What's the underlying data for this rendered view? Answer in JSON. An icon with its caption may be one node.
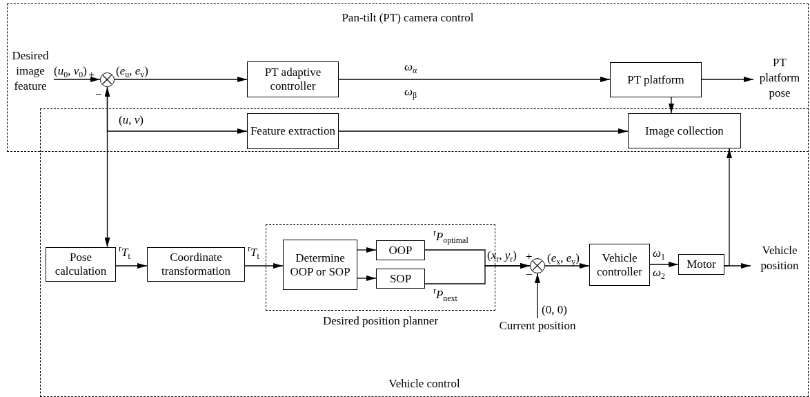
{
  "diagram": {
    "nodes": [
      {
        "text": [
          "Pan-tilt (PT) camera control"
        ]
      },
      {
        "text": [
          "Vehicle control"
        ]
      },
      {
        "text": [
          "Desired image feature"
        ],
        "in": 0
      },
      {
        "text": [],
        "shape": "circle",
        "beside": [
          "+",
          "−"
        ],
        "in": 0
      },
      {
        "text": [
          "PT adaptive controller"
        ],
        "in": 0
      },
      {
        "text": [
          "PT platform"
        ],
        "in": 0
      },
      {
        "text": [
          "PT platform pose"
        ],
        "in": 0
      },
      {
        "text": [
          "Feature extraction"
        ]
      },
      {
        "text": [
          "Image collection"
        ]
      },
      {
        "text": [
          "Pose calculation"
        ],
        "in": 1
      },
      {
        "text": [
          "Coordinate transformation"
        ],
        "in": 1
      },
      {
        "text": [
          "Desired position planner"
        ],
        "in": 1
      },
      {
        "text": [
          "Determine OOP or SOP"
        ],
        "in": 11
      },
      {
        "text": [
          "OOP"
        ],
        "in": 11
      },
      {
        "text": [
          "SOP"
        ],
        "in": 11
      },
      {
        "text": [],
        "shape": "circle",
        "beside": [
          "+",
          "−"
        ],
        "in": 1
      },
      {
        "text": [
          "Current position"
        ],
        "in": 1
      },
      {
        "text": [
          "Vehicle controller"
        ],
        "in": 1
      },
      {
        "text": [
          "Motor"
        ],
        "in": 1
      },
      {
        "text": [
          "Vehicle position"
        ],
        "in": 1
      }
    ],
    "edges": [
      {
        "from": 2,
        "to": 3,
        "arrow": "to",
        "label": "(*u*$_{0}$, *v*$_{0}$)"
      },
      {
        "from": 3,
        "to": 4,
        "arrow": "to",
        "label": "(*e*$_{u}$, *e*$_{v}$)"
      },
      {
        "from": 4,
        "to": 5,
        "arrow": "to",
        "label": "*ω*$_{α}$"
      },
      {
        "from": 5,
        "to": 6,
        "arrow": "to"
      },
      {
        "from": 5,
        "to": 8,
        "arrow": "to"
      },
      {
        "from": 7,
        "to": 8,
        "arrow": "to"
      },
      {
        "from": 9,
        "to": 3,
        "arrow": "both"
      },
      {
        "from": 3,
        "to": 7,
        "arrow": "to",
        "label": "(*u*, *v*)"
      },
      {
        "from": 9,
        "to": 10,
        "arrow": "to",
        "label": "$^{r}$*T*$_{t}$"
      },
      {
        "from": 10,
        "to": 12,
        "arrow": "to",
        "label": "$^{r}$*T*$_{t}$"
      },
      {
        "from": 12,
        "to": 13,
        "arrow": "to"
      },
      {
        "from": 12,
        "to": 14,
        "arrow": "to"
      },
      {
        "from": 13,
        "to": 15,
        "arrow": "to",
        "label": "$^{r}$*P*$_{optimal}$"
      },
      {
        "from": 14,
        "to": 15,
        "arrow": "to",
        "label": "$^{r}$*P*$_{next}$"
      },
      {
        "from": 16,
        "to": 15,
        "arrow": "to",
        "label": "(0, 0)"
      },
      {
        "from": 15,
        "to": 17,
        "arrow": "to",
        "label": "(*e*$_{x}$, *e*$_{y}$)"
      },
      {
        "from": 17,
        "to": 18,
        "arrow": "to",
        "label": "*ω*$_{1}$"
      },
      {
        "from": 18,
        "to": 19,
        "arrow": "to"
      },
      {
        "from": 18,
        "to": 8,
        "arrow": "to"
      }
    ],
    "labels": [
      "*ω*$_{β}$",
      "(*x*$_{r}$, *y*$_{r}$)",
      "*ω*$_{2}$"
    ]
  }
}
